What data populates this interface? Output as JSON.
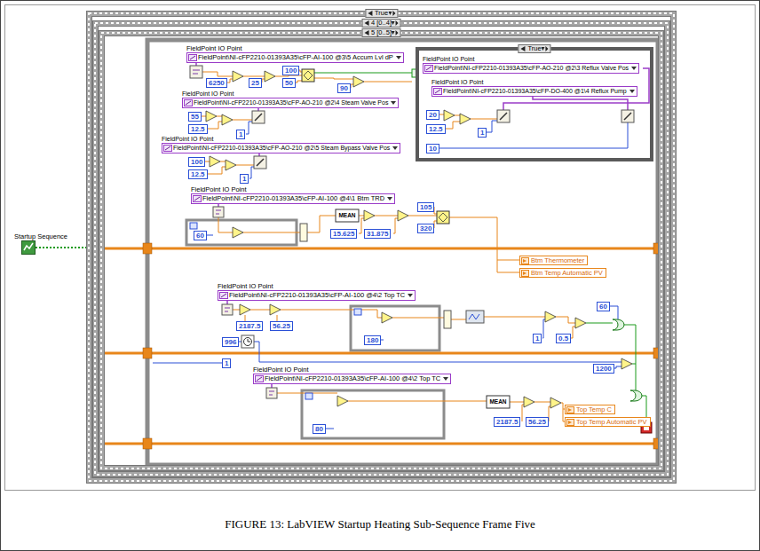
{
  "diagram": {
    "caption": "FIGURE 13: LabVIEW Startup Heating Sub-Sequence Frame Five",
    "nodes": [
      {
        "text": [
          "Startup Sequence"
        ]
      },
      {
        "text": [
          "True"
        ]
      },
      {
        "text": [
          "4 [0..4]"
        ],
        "in": 1
      },
      {
        "text": [
          "5 [0..5]"
        ],
        "in": 2
      },
      {
        "text": [
          "FieldPoint IO Point",
          "FieldPoint\\NI-cFP2210-01393A35\\cFP-AI-100 @3\\5 Accum Lvl dP"
        ],
        "in": 3
      },
      {
        "text": [
          "6250"
        ],
        "in": 3
      },
      {
        "text": [
          "25"
        ],
        "in": 3
      },
      {
        "text": [
          "100"
        ],
        "in": 3
      },
      {
        "text": [
          "50"
        ],
        "in": 3
      },
      {
        "text": [
          "90"
        ],
        "in": 3
      },
      {
        "text": [
          "True"
        ],
        "in": 3
      },
      {
        "text": [
          "FieldPoint IO Point",
          "FieldPoint\\NI-cFP2210-01393A35\\cFP-AO-210 @2\\3 Reflux Valve Pos"
        ],
        "in": 10
      },
      {
        "text": [
          "FieldPoint IO Point",
          "FieldPoint\\NI-cFP2210-01393A35\\cFP-DO-400 @1\\4 Reflux Pump"
        ],
        "in": 10
      },
      {
        "text": [
          "20"
        ],
        "in": 10
      },
      {
        "text": [
          "12.5"
        ],
        "in": 10
      },
      {
        "text": [
          "1"
        ],
        "in": 10
      },
      {
        "text": [
          "10"
        ],
        "in": 10
      },
      {
        "text": [
          "FieldPoint IO Point",
          "FieldPoint\\NI-cFP2210-01393A35\\cFP-AO-210 @2\\4 Steam Valve Pos"
        ],
        "in": 3
      },
      {
        "text": [
          "55"
        ],
        "in": 3
      },
      {
        "text": [
          "12.5"
        ],
        "in": 3
      },
      {
        "text": [
          "1"
        ],
        "in": 3
      },
      {
        "text": [
          "FieldPoint IO Point",
          "FieldPoint\\NI-cFP2210-01393A35\\cFP-AO-210 @2\\5 Steam Bypass Valve Pos"
        ],
        "in": 3
      },
      {
        "text": [
          "100"
        ],
        "in": 3
      },
      {
        "text": [
          "12.5"
        ],
        "in": 3
      },
      {
        "text": [
          "1"
        ],
        "in": 3
      },
      {
        "text": [
          "FieldPoint IO Point",
          "FieldPoint\\NI-cFP2210-01393A35\\cFP-AI-100 @4\\1 Btm TRD"
        ],
        "in": 3
      },
      {
        "text": [
          "60"
        ],
        "in": 3
      },
      {
        "text": [
          "15.625"
        ],
        "in": 3
      },
      {
        "text": [
          "31.875"
        ],
        "in": 3
      },
      {
        "text": [
          "105"
        ],
        "in": 3
      },
      {
        "text": [
          "320"
        ],
        "in": 3
      },
      {
        "text": [
          "Btm Thermometer"
        ],
        "in": 3
      },
      {
        "text": [
          "Btm Temp Automatic PV"
        ],
        "in": 3
      },
      {
        "text": [
          "FieldPoint IO Point",
          "FieldPoint\\NI-cFP2210-01393A35\\cFP-AI-100 @4\\2 Top TC"
        ],
        "in": 3
      },
      {
        "text": [
          "2187.5"
        ],
        "in": 3
      },
      {
        "text": [
          "56.25"
        ],
        "in": 3
      },
      {
        "text": [
          "60"
        ],
        "in": 3
      },
      {
        "text": [
          "1"
        ],
        "in": 3
      },
      {
        "text": [
          "0.5"
        ],
        "in": 3
      },
      {
        "text": [
          "996"
        ],
        "in": 3
      },
      {
        "text": [
          "1"
        ],
        "in": 3
      },
      {
        "text": [
          "180"
        ],
        "in": 3
      },
      {
        "text": [
          "1200"
        ],
        "in": 3
      },
      {
        "text": [
          "FieldPoint IO Point",
          "FieldPoint\\NI-cFP2210-01393A35\\cFP-AI-100 @4\\2 Top TC"
        ],
        "in": 3
      },
      {
        "text": [
          "80"
        ],
        "in": 3
      },
      {
        "text": [
          "2187.5"
        ],
        "in": 3
      },
      {
        "text": [
          "56.25"
        ],
        "in": 3
      },
      {
        "text": [
          "Top Temp C"
        ],
        "in": 3
      },
      {
        "text": [
          "Top Temp Automatic PV"
        ],
        "in": 3
      }
    ],
    "labels": [
      "MEAN",
      "MEAN"
    ]
  }
}
